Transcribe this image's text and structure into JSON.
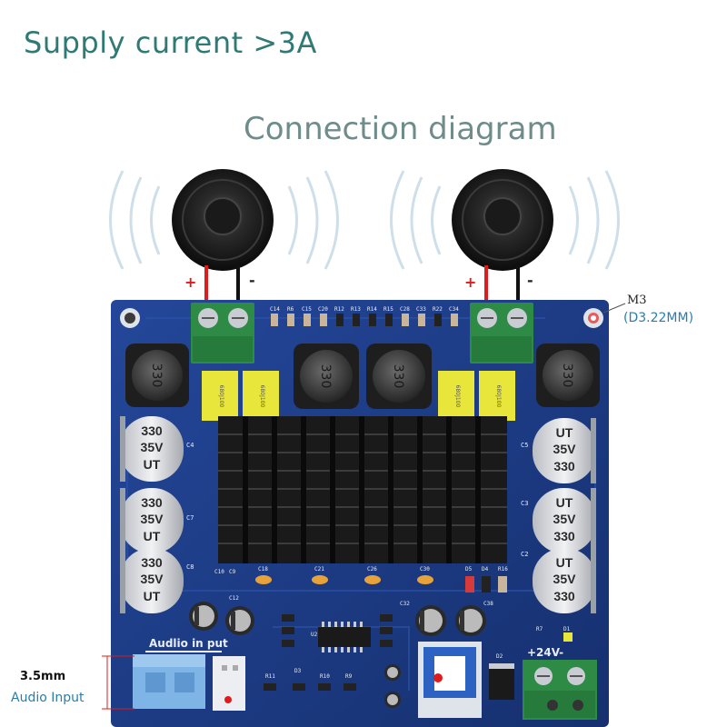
{
  "header": {
    "supply_current": "Supply current >3A",
    "connection_diagram": "Connection diagram"
  },
  "speaker_left": {
    "plus": "+",
    "minus": "-"
  },
  "speaker_right": {
    "plus": "+",
    "minus": "-"
  },
  "mount_hole": {
    "label": "M3",
    "dimension": "(D3.22MM)"
  },
  "audio_jack": {
    "size_label": "3.5mm",
    "input_label": "Audio Input"
  },
  "board": {
    "audio_in_silk": "Audlio in put",
    "power_silk": "+24V-",
    "top_labels": [
      "C14",
      "R6",
      "C15",
      "C20",
      "R12",
      "R13",
      "R14",
      "R15",
      "C28",
      "C33",
      "R22",
      "C34"
    ],
    "inductors": [
      "330",
      "330",
      "330",
      "330"
    ],
    "cap_film": [
      "680J100",
      "680J100",
      "680J100",
      "680J100"
    ],
    "caps_left": [
      {
        "l1": "330",
        "l2": "35V",
        "l3": "UT",
        "ref": "C4"
      },
      {
        "l1": "330",
        "l2": "35V",
        "l3": "UT",
        "ref": "C7"
      },
      {
        "l1": "330",
        "l2": "35V",
        "l3": "UT",
        "ref": "C8"
      }
    ],
    "caps_right": [
      {
        "l1": "UT",
        "l2": "35V",
        "l3": "330",
        "ref": "C5"
      },
      {
        "l1": "UT",
        "l2": "35V",
        "l3": "330",
        "ref": "C3"
      },
      {
        "l1": "UT",
        "l2": "35V",
        "l3": "330",
        "ref": "C2"
      }
    ],
    "small_labels": [
      "C10",
      "C9",
      "C18",
      "C21",
      "C26",
      "C30",
      "D5",
      "D4",
      "R16",
      "C12",
      "C32",
      "C38",
      "U2",
      "R11",
      "D3",
      "R10",
      "R9",
      "D2",
      "R7",
      "D1"
    ]
  },
  "colors": {
    "pcb": "#1c3b86",
    "heatsink": "#1a1a1a",
    "terminal": "#2e8b46",
    "film_cap": "#e8e63a",
    "accent_text": "#2f7a74"
  }
}
